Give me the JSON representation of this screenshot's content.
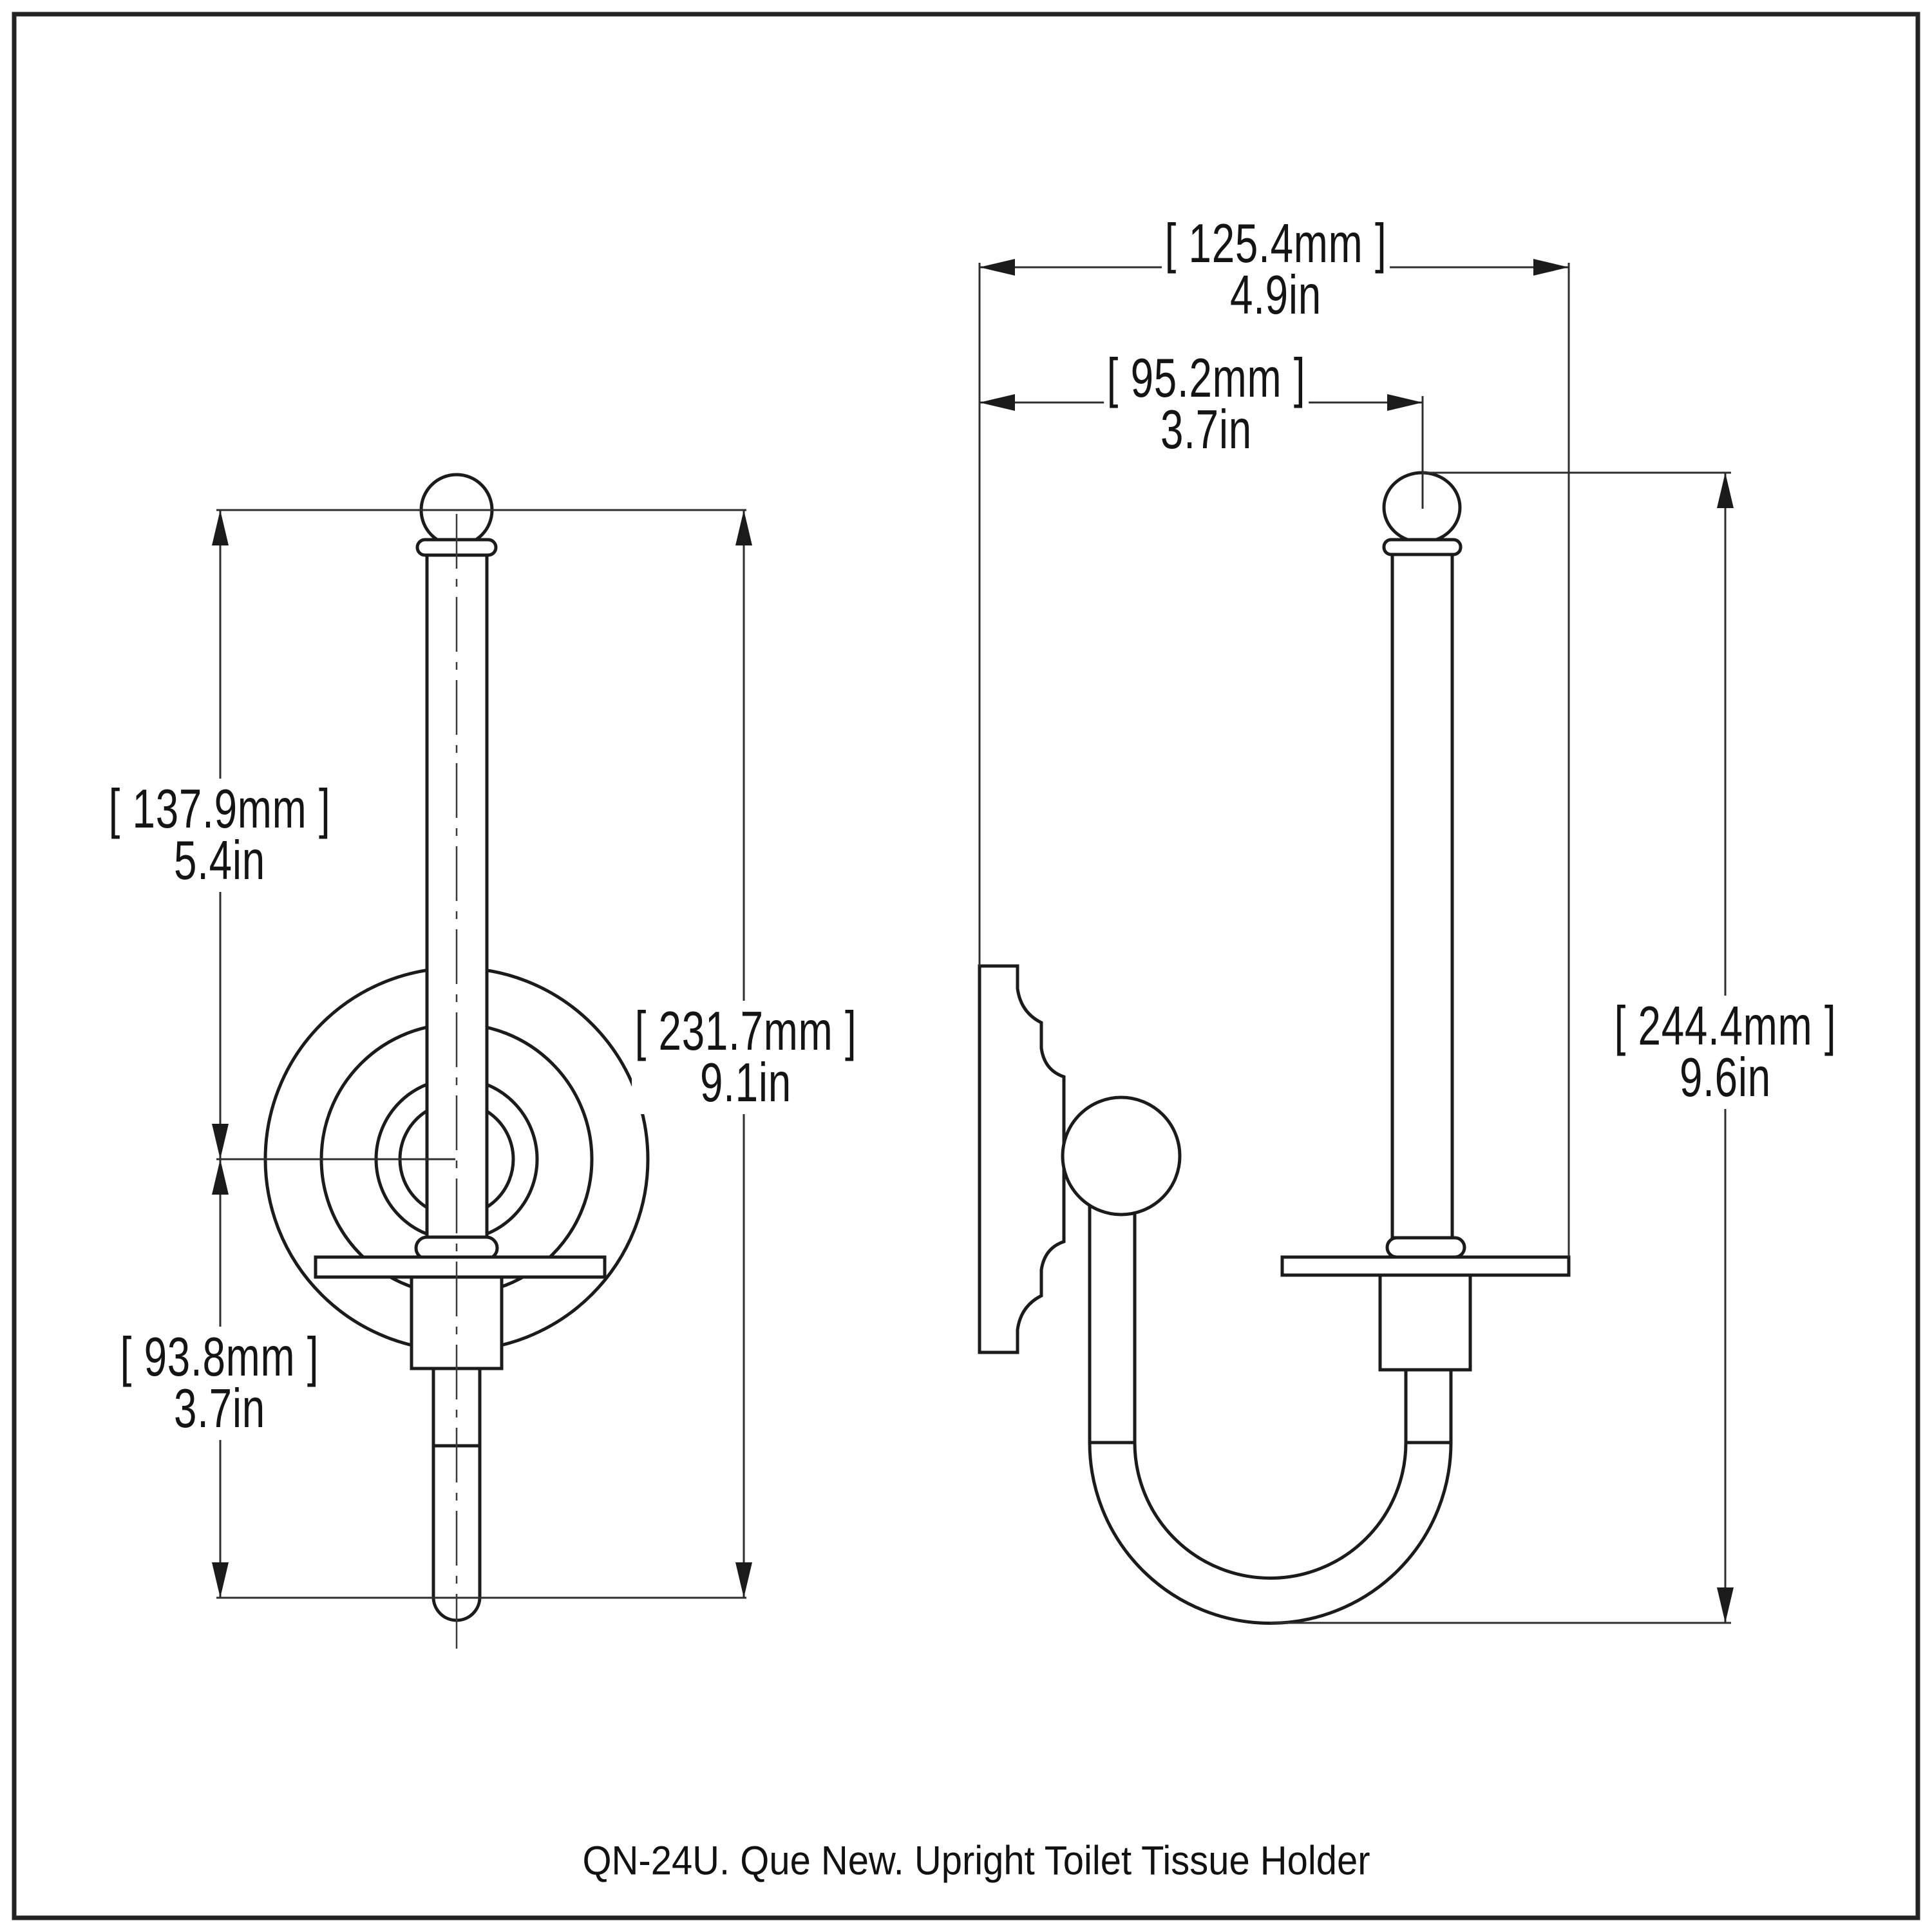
{
  "caption": "QN-24U. Que New. Upright Toilet Tissue Holder",
  "colors": {
    "background": "#ffffff",
    "line": "#1b1b1b",
    "dimension_line": "#2e2e2e",
    "text": "#141414"
  },
  "views": {
    "front": "front elevation of upright toilet tissue holder",
    "side": "side profile of upright toilet tissue holder"
  },
  "dims": {
    "front_upper_height": {
      "mm": "[ 137.9mm ]",
      "inch": "5.4in"
    },
    "front_lower_height": {
      "mm": "[ 93.8mm ]",
      "inch": "3.7in"
    },
    "front_total_height": {
      "mm": "[ 231.7mm ]",
      "inch": "9.1in"
    },
    "side_total_depth": {
      "mm": "[ 125.4mm ]",
      "inch": "4.9in"
    },
    "side_post_offset": {
      "mm": "[ 95.2mm ]",
      "inch": "3.7in"
    },
    "side_total_height": {
      "mm": "[ 244.4mm ]",
      "inch": "9.6in"
    }
  }
}
